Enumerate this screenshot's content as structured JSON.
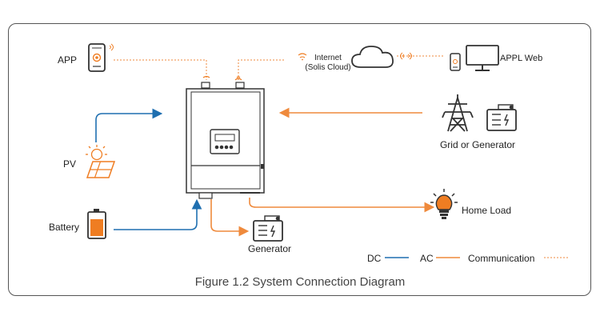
{
  "labels": {
    "app": "APP",
    "internet_line1": "Internet",
    "internet_line2": "(Solis Cloud)",
    "appl_web": "APPL Web",
    "grid_or_generator": "Grid or Generator",
    "pv": "PV",
    "home_load": "Home Load",
    "battery": "Battery",
    "generator": "Generator"
  },
  "legend": {
    "dc": "DC",
    "ac": "AC",
    "communication": "Communication"
  },
  "caption": "Figure 1.2 System Connection Diagram",
  "colors": {
    "dc": "#1f6fb0",
    "ac": "#ef8a3c",
    "communication": "#ef8a3c",
    "outline": "#333333",
    "accent": "#ef7d22"
  },
  "icons": {
    "app": "smartphone-icon",
    "cloud": "cloud-icon",
    "web": "monitor-icon",
    "grid": "transmission-tower-icon",
    "generator": "generator-icon",
    "pv": "solar-panel-icon",
    "battery": "battery-icon",
    "load": "light-bulb-icon",
    "inverter": "inverter-icon"
  }
}
